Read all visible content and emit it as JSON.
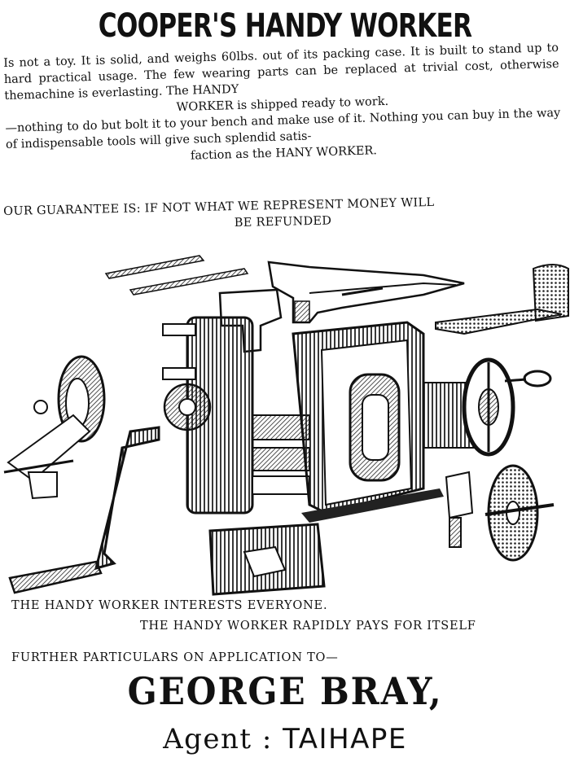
{
  "headline": "COOPER'S HANDY WORKER",
  "body": {
    "line1": "Is not a toy. It is solid, and weighs 60lbs. out of its packing case. It is built to stand up to hard practical usage. The few wearing parts can be replaced at trivial cost, otherwise themachine is everlasting. The HANDY",
    "line2": "WORKER is shipped ready to work.",
    "line3": "—nothing to do but bolt it to your bench and make use of it. Nothing you can buy in the way of indispensable tools will give such splendid satis-",
    "line4": "faction as the HANY WORKER."
  },
  "guarantee": {
    "line1": "OUR GUARANTEE IS: IF NOT WHAT WE REPRESENT MONEY WILL",
    "line2": "BE REFUNDED"
  },
  "taglines": {
    "interests": "THE HANDY WORKER INTERESTS EVERYONE.",
    "pays": "THE HANDY WORKER RAPIDLY PAYS FOR ITSELF"
  },
  "particulars": "FURTHER PARTICULARS ON APPLICATION TO—",
  "agent": {
    "name": "GEORGE BRAY,",
    "label": "Agent :",
    "town": "TAIHAPE"
  }
}
